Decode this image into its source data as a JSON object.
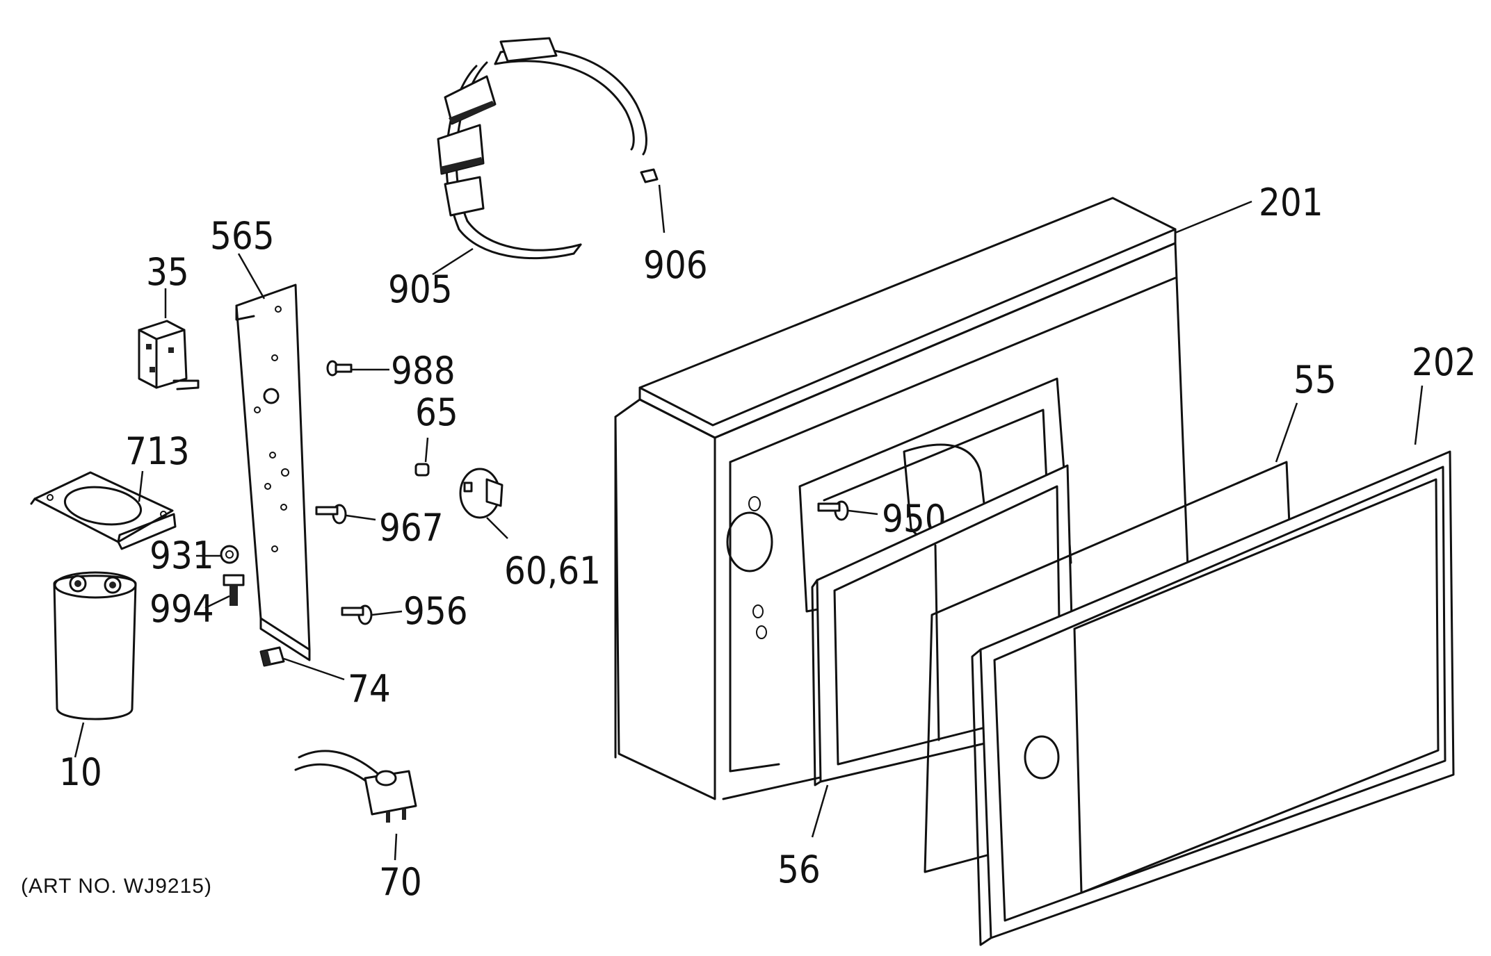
{
  "diagram": {
    "art_number": "(ART NO. WJ9215)",
    "parts": [
      {
        "id": "p905",
        "number": "905"
      },
      {
        "id": "p906",
        "number": "906"
      },
      {
        "id": "p201",
        "number": "201"
      },
      {
        "id": "p565",
        "number": "565"
      },
      {
        "id": "p35",
        "number": "35"
      },
      {
        "id": "p988",
        "number": "988"
      },
      {
        "id": "p65",
        "number": "65"
      },
      {
        "id": "p713",
        "number": "713"
      },
      {
        "id": "p967",
        "number": "967"
      },
      {
        "id": "p60",
        "number": "60,61"
      },
      {
        "id": "p931",
        "number": "931"
      },
      {
        "id": "p994",
        "number": "994"
      },
      {
        "id": "p956",
        "number": "956"
      },
      {
        "id": "p950",
        "number": "950"
      },
      {
        "id": "p74",
        "number": "74"
      },
      {
        "id": "p10",
        "number": "10"
      },
      {
        "id": "p70",
        "number": "70"
      },
      {
        "id": "p56",
        "number": "56"
      },
      {
        "id": "p55",
        "number": "55"
      },
      {
        "id": "p202",
        "number": "202"
      }
    ]
  }
}
